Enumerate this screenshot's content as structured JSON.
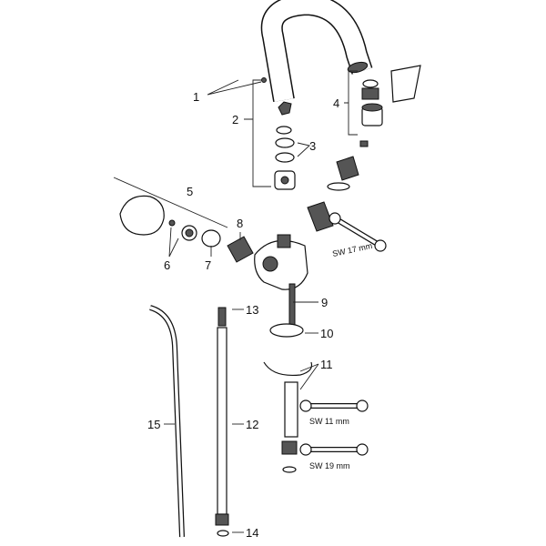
{
  "diagram": {
    "part_numbers": [
      "1",
      "2",
      "3",
      "4",
      "5",
      "6",
      "7",
      "8",
      "9",
      "10",
      "11",
      "12",
      "13",
      "14",
      "15"
    ],
    "wrench_labels": {
      "sw17": "SW 17 mm",
      "sw11": "SW 11 mm",
      "sw19": "SW 19 mm"
    }
  }
}
